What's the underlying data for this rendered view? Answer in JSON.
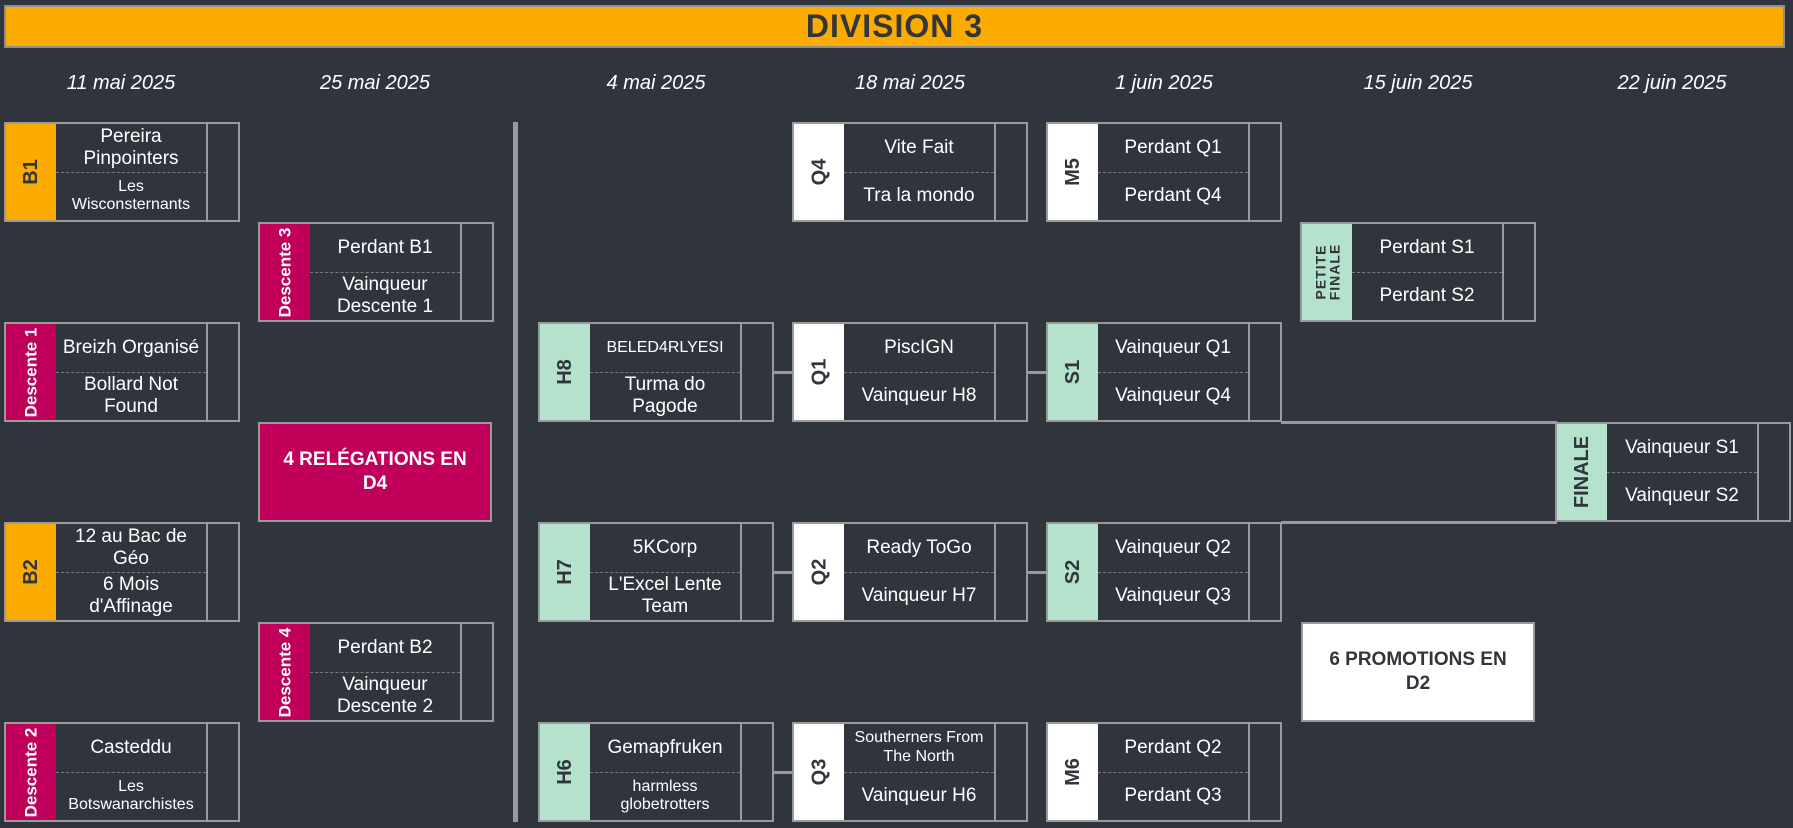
{
  "title": "DIVISION 3",
  "dates": [
    "11 mai 2025",
    "25 mai 2025",
    "4 mai 2025",
    "18 mai 2025",
    "1 juin 2025",
    "15 juin 2025",
    "22 juin 2025"
  ],
  "matches": {
    "b1": {
      "tag": "B1",
      "team1": "Pereira Pinpointers",
      "team2": "Les Wisconsternants"
    },
    "desc1": {
      "tag": "Descente 1",
      "team1": "Breizh Organisé",
      "team2": "Bollard Not Found"
    },
    "b2": {
      "tag": "B2",
      "team1": "12 au Bac de Géo",
      "team2": "6 Mois d'Affinage"
    },
    "desc2": {
      "tag": "Descente 2",
      "team1": "Casteddu",
      "team2": "Les Botswanarchistes"
    },
    "desc3": {
      "tag": "Descente 3",
      "team1": "Perdant B1",
      "team2": "Vainqueur Descente 1"
    },
    "desc4": {
      "tag": "Descente 4",
      "team1": "Perdant B2",
      "team2": "Vainqueur Descente 2"
    },
    "h8": {
      "tag": "H8",
      "team1": "BELED4RLYESI",
      "team2": "Turma do Pagode"
    },
    "h7": {
      "tag": "H7",
      "team1": "5KCorp",
      "team2": "L'Excel Lente Team"
    },
    "h6": {
      "tag": "H6",
      "team1": "Gemapfruken",
      "team2": "harmless globetrotters"
    },
    "q4": {
      "tag": "Q4",
      "team1": "Vite Fait",
      "team2": "Tra la mondo"
    },
    "q1": {
      "tag": "Q1",
      "team1": "PiscIGN",
      "team2": "Vainqueur H8"
    },
    "q2": {
      "tag": "Q2",
      "team1": "Ready ToGo",
      "team2": "Vainqueur H7"
    },
    "q3": {
      "tag": "Q3",
      "team1": "Southerners From The North",
      "team2": "Vainqueur H6"
    },
    "m5": {
      "tag": "M5",
      "team1": "Perdant Q1",
      "team2": "Perdant Q4"
    },
    "s1": {
      "tag": "S1",
      "team1": "Vainqueur Q1",
      "team2": "Vainqueur Q4"
    },
    "s2": {
      "tag": "S2",
      "team1": "Vainqueur Q2",
      "team2": "Vainqueur Q3"
    },
    "m6": {
      "tag": "M6",
      "team1": "Perdant Q2",
      "team2": "Perdant Q3"
    },
    "petite": {
      "tag": "PETITE FINALE",
      "team1": "Perdant S1",
      "team2": "Perdant S2"
    },
    "finale": {
      "tag": "FINALE",
      "team1": "Vainqueur S1",
      "team2": "Vainqueur S2"
    }
  },
  "relegations": "4 RELÉGATIONS EN D4",
  "promotions": "6 PROMOTIONS EN D2",
  "colors": {
    "background": "#30353d",
    "banner": "#fcab00",
    "relegation": "#c0005b",
    "qualifier": "#b4e2cc",
    "border": "#9a9a9a"
  }
}
